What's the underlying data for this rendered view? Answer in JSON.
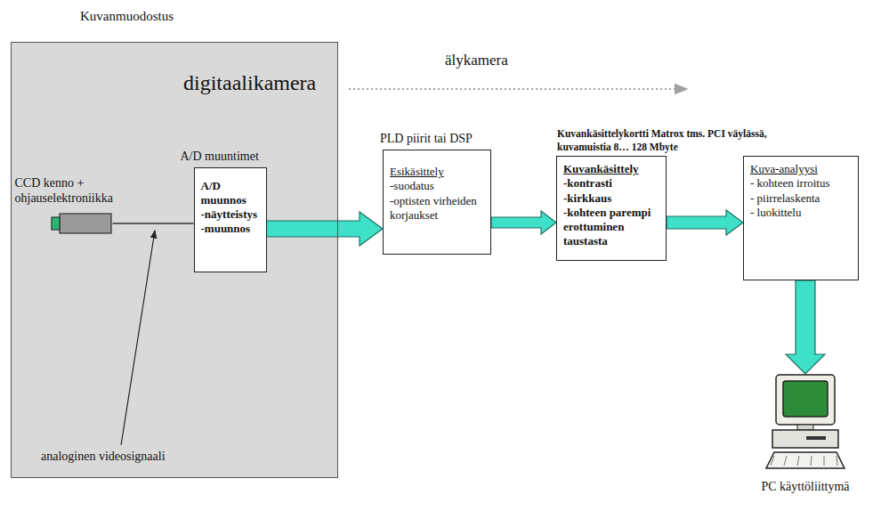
{
  "diagram": {
    "title": "Kuvanmuodostus",
    "nodes": [
      {
        "text": [
          "digitaalikamera"
        ]
      },
      {
        "text": [
          "CCD kenno + ohjauselektroniikka"
        ],
        "in": 0
      },
      {
        "text": [
          "A/D muuntimet",
          "A/D muunnos",
          "-näytteistys",
          "-muunnos"
        ],
        "in": 0
      },
      {
        "text": [
          "PLD piirit tai DSP",
          "Esikäsittely",
          "-suodatus",
          "-optisten virheiden korjaukset"
        ]
      },
      {
        "text": [
          "Kuvankäsittelykortti Matrox tms. PCI väylässä, kuvamuistia 8… 128 Mbyte",
          "Kuvankäsittely",
          "-kontrasti",
          "-kirkkaus",
          "-kohteen parempi erottuminen taustasta"
        ]
      },
      {
        "text": [
          "Kuva-analyysi",
          "- kohteen irroitus",
          "- piirrelaskenta",
          "- luokittelu"
        ]
      },
      {
        "text": [
          "PC käyttöliittymä"
        ]
      }
    ],
    "edges": [
      {
        "from": 1,
        "to": 2,
        "arrow": "none"
      },
      {
        "from": 2,
        "to": 3,
        "arrow": "to"
      },
      {
        "from": 3,
        "to": 4,
        "arrow": "to"
      },
      {
        "from": 4,
        "to": 5,
        "arrow": "to"
      },
      {
        "from": 5,
        "to": 6,
        "arrow": "to"
      }
    ],
    "labels": [
      "älykamera",
      "analoginen videosignaali"
    ]
  }
}
